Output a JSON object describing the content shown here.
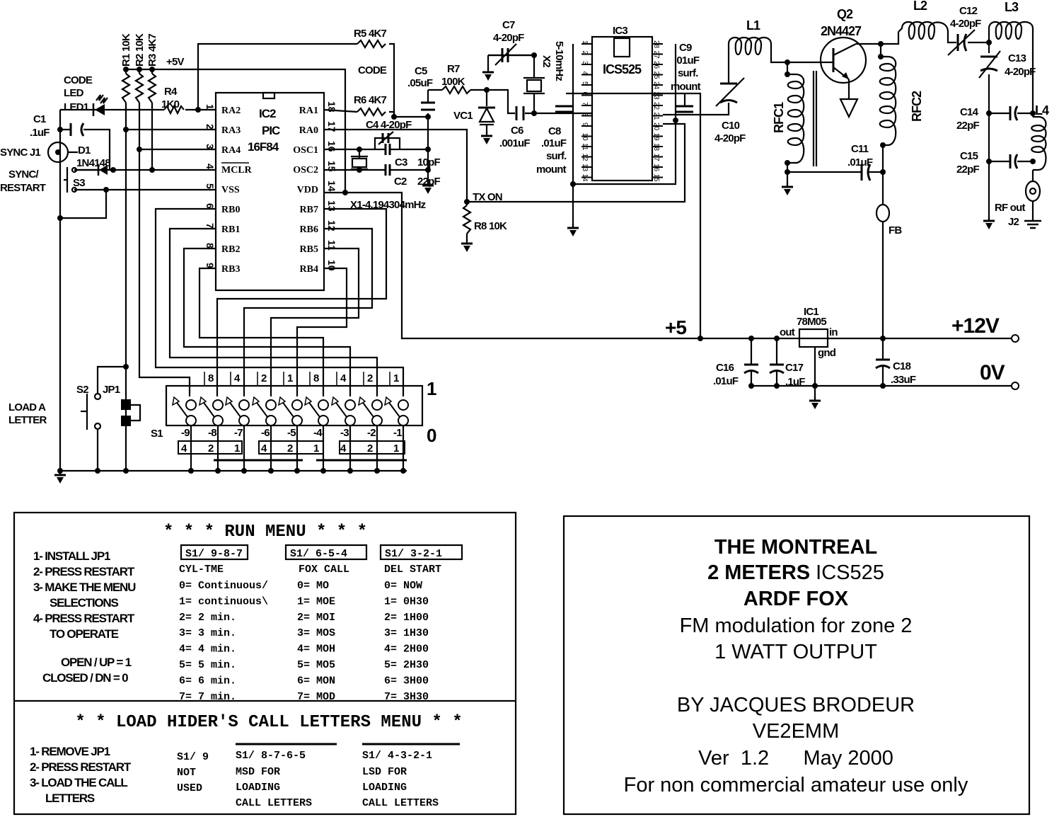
{
  "schematic": {
    "r1": "R1 10K",
    "r2": "R2 10K",
    "r3": "R3 4K7",
    "plus5v": "+5V",
    "code_led": [
      "CODE",
      "LED",
      "LED1"
    ],
    "r4": [
      "R4",
      "1K0"
    ],
    "c1": [
      "C1",
      ".1uF"
    ],
    "sync_j1": "SYNC J1",
    "d1": [
      "D1",
      "1N4148"
    ],
    "sync_restart": [
      "SYNC/",
      "RESTART"
    ],
    "s3": "S3",
    "ic2": {
      "name": "IC2",
      "type": [
        "PIC",
        "16F84"
      ],
      "left_pins": [
        "RA2",
        "RA3",
        "RA4",
        "MCLR",
        "VSS",
        "RB0",
        "RB1",
        "RB2",
        "RB3"
      ],
      "left_nums": [
        "1",
        "2",
        "3",
        "4",
        "5",
        "6",
        "7",
        "8",
        "9"
      ],
      "right_pins": [
        "RA1",
        "RA0",
        "OSC1",
        "OSC2",
        "VDD",
        "RB7",
        "RB6",
        "RB5",
        "RB4"
      ],
      "right_nums": [
        "18",
        "17",
        "16",
        "15",
        "14",
        "13",
        "12",
        "11",
        "10"
      ]
    },
    "r5": "R5 4K7",
    "code": "CODE",
    "r6": "R6 4K7",
    "c5": [
      "C5",
      ".05uF"
    ],
    "r7": [
      "R7",
      "100K"
    ],
    "c4": "C4  4-20pF",
    "c3": [
      "C3",
      "10pF"
    ],
    "c2": [
      "C2",
      "22pF"
    ],
    "x1": "X1-4.194304mHz",
    "tx_on": "TX ON",
    "r8": "R8  10K",
    "vc1": "VC1",
    "c7": [
      "C7",
      "4-20pF"
    ],
    "x2": [
      "X2",
      "5-10mHz"
    ],
    "c6": [
      "C6",
      ".001uF"
    ],
    "c8": [
      "C8",
      ".01uF",
      "surf.",
      "mount"
    ],
    "ic3": {
      "name": "IC3",
      "type": "ICS525",
      "left_nums": [
        "1",
        "2",
        "3",
        "4",
        "5",
        "6",
        "7",
        "8",
        "9",
        "10",
        "11",
        "12",
        "13",
        "14"
      ],
      "right_nums": [
        "28",
        "27",
        "26",
        "25",
        "24",
        "23",
        "22",
        "21",
        "20",
        "19",
        "18",
        "17",
        "16",
        "15"
      ]
    },
    "c9": [
      "C9",
      ".01uF",
      "surf.",
      "mount"
    ],
    "l1": "L1",
    "q2": [
      "Q2",
      "2N4427"
    ],
    "l2": "L2",
    "c12": [
      "C12",
      "4-20pF"
    ],
    "l3": "L3",
    "c13": [
      "C13",
      "4-20pF"
    ],
    "rfc1": "RFC1",
    "rfc2": "RFC2",
    "c10": [
      "C10",
      "4-20pF"
    ],
    "c11": [
      "C11",
      ".01uF"
    ],
    "c14": [
      "C14",
      "22pF"
    ],
    "l4": "L4",
    "c15": [
      "C15",
      "22pF"
    ],
    "rf_out": [
      "RF out",
      "J2"
    ],
    "fb": "FB",
    "plus5": "+5",
    "ic1": [
      "IC1",
      "78M05"
    ],
    "ic1_pins": [
      "out",
      "in",
      "gnd"
    ],
    "plus12v": "+12V",
    "zero_v": "0V",
    "c16": [
      "C16",
      ".01uF"
    ],
    "c17": [
      "C17",
      ".1uF"
    ],
    "c18": [
      "C18",
      ".33uF"
    ],
    "s1": {
      "name": "S1",
      "weights_top": [
        "8",
        "4",
        "2",
        "1",
        "8",
        "4",
        "2",
        "1"
      ],
      "positions": [
        "-9",
        "-8",
        "-7",
        "-6",
        "-5",
        "-4",
        "-3",
        "-2",
        "-1"
      ],
      "group_weights": [
        "4",
        "2",
        "1",
        "4",
        "2",
        "1",
        "4",
        "2",
        "1"
      ],
      "state_on": "1",
      "state_off": "0"
    },
    "s2": "S2",
    "jp1": "JP1",
    "load_a_letter": [
      "LOAD A",
      "LETTER"
    ]
  },
  "run_menu": {
    "title": "* * *  RUN MENU  * * *",
    "steps": [
      "1- INSTALL JP1",
      "2- PRESS RESTART",
      "3- MAKE THE MENU",
      "SELECTIONS",
      "4- PRESS RESTART",
      "TO OPERATE"
    ],
    "legend": [
      "OPEN / UP = 1",
      "CLOSED / DN = 0"
    ],
    "columns": [
      {
        "header": "S1/ 9-8-7",
        "sub": "CYL-TME",
        "rows": [
          "0= Continuous/",
          "1= continuous\\",
          "2= 2 min.",
          "3= 3 min.",
          "4= 4 min.",
          "5= 5 min.",
          "6= 6 min.",
          "7= 7 min."
        ]
      },
      {
        "header": "S1/ 6-5-4",
        "sub": "FOX CALL",
        "rows": [
          "0= MO",
          "1= MOE",
          "2= MOI",
          "3= MOS",
          "4= MOH",
          "5= MO5",
          "6= MON",
          "7= MOD"
        ]
      },
      {
        "header": "S1/ 3-2-1",
        "sub": "DEL START",
        "rows": [
          "0= NOW",
          "1= 0H30",
          "2= 1H00",
          "3= 1H30",
          "4= 2H00",
          "5= 2H30",
          "6= 3H00",
          "7= 3H30"
        ]
      }
    ]
  },
  "load_menu": {
    "title": "* *  LOAD HIDER'S CALL LETTERS MENU  * *",
    "steps": [
      "1- REMOVE JP1",
      "2- PRESS RESTART",
      "3- LOAD THE CALL",
      "LETTERS"
    ],
    "columns": [
      [
        "S1/ 9",
        "NOT",
        "USED"
      ],
      [
        "S1/ 8-7-6-5",
        "MSD FOR",
        "LOADING",
        "CALL LETTERS"
      ],
      [
        "S1/ 4-3-2-1",
        "LSD FOR",
        "LOADING",
        "CALL LETTERS"
      ]
    ]
  },
  "title_block": {
    "line1": "THE MONTREAL",
    "line2_bold": "2 METERS",
    "line2_normal": " ICS525",
    "line3": "ARDF FOX",
    "line4": "FM modulation  for zone 2",
    "line5": "1 WATT OUTPUT",
    "line6": "BY JACQUES BRODEUR",
    "line7": "VE2EMM",
    "line8": "Ver  1.2      May 2000",
    "line9": "For non commercial amateur use only"
  }
}
